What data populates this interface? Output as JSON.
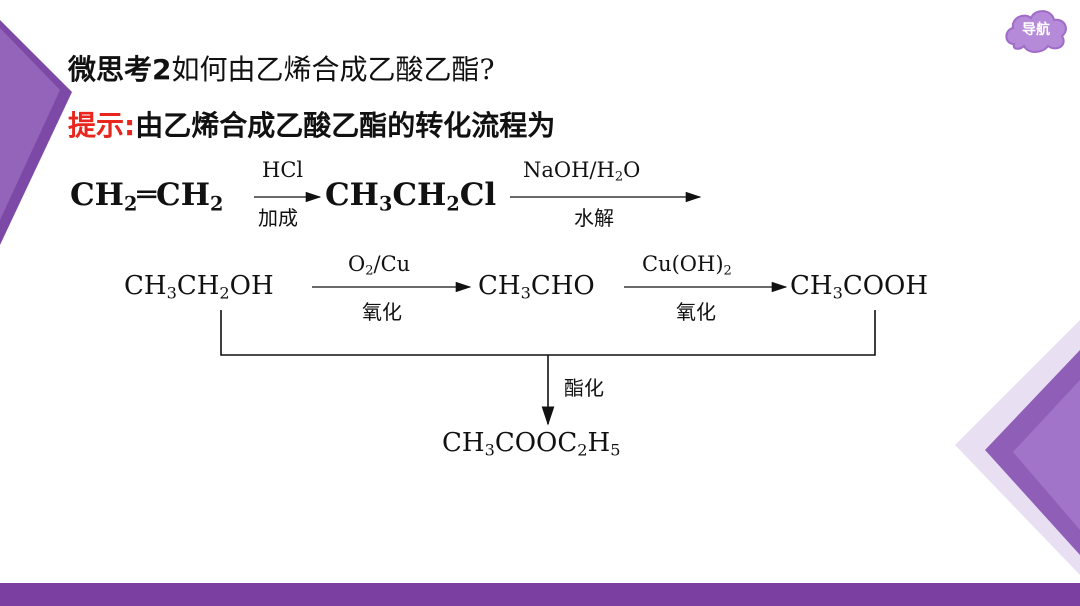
{
  "nav": {
    "label": "导航",
    "shape": "cloud-icon"
  },
  "question": {
    "prefix": "微思考2",
    "text": "如何由乙烯合成乙酸乙酯?"
  },
  "hint": {
    "label": "提示:",
    "text": "由乙烯合成乙酸乙酯的转化流程为"
  },
  "reaction1": {
    "reactant": {
      "a": "CH",
      "a_sub": "2",
      "bond": "═",
      "b": "CH",
      "b_sub": "2"
    },
    "arrow1": {
      "above": "HCl",
      "below": "加成"
    },
    "product1": {
      "p1": "CH",
      "p1_sub": "3",
      "p2": "CH",
      "p2_sub": "2",
      "p3": "Cl"
    },
    "arrow2": {
      "above": "NaOH/H",
      "above_sub": "2",
      "above_tail": "O",
      "below": "水解"
    }
  },
  "reaction2": {
    "ethanol": {
      "p1": "CH",
      "p1_sub": "3",
      "p2": "CH",
      "p2_sub": "2",
      "p3": "OH"
    },
    "arrow1": {
      "above": "O",
      "above_sub": "2",
      "above_tail": "/Cu",
      "below": "氧化"
    },
    "acetaldehyde": {
      "p1": "CH",
      "p1_sub": "3",
      "p2": "CHO"
    },
    "arrow2": {
      "above": "Cu(OH)",
      "above_sub": "2",
      "below": "氧化"
    },
    "acetic_acid": {
      "p1": "CH",
      "p1_sub": "3",
      "p2": "COOH"
    }
  },
  "esterification": {
    "label": "酯化",
    "product": {
      "p1": "CH",
      "p1_sub": "3",
      "p2": "COOC",
      "p2_sub": "2",
      "p3": "H",
      "p3_sub": "5"
    }
  },
  "colors": {
    "accent_purple": "#7a3fa1",
    "hint_red": "#e8261d",
    "cloud": "#b58ad8"
  }
}
